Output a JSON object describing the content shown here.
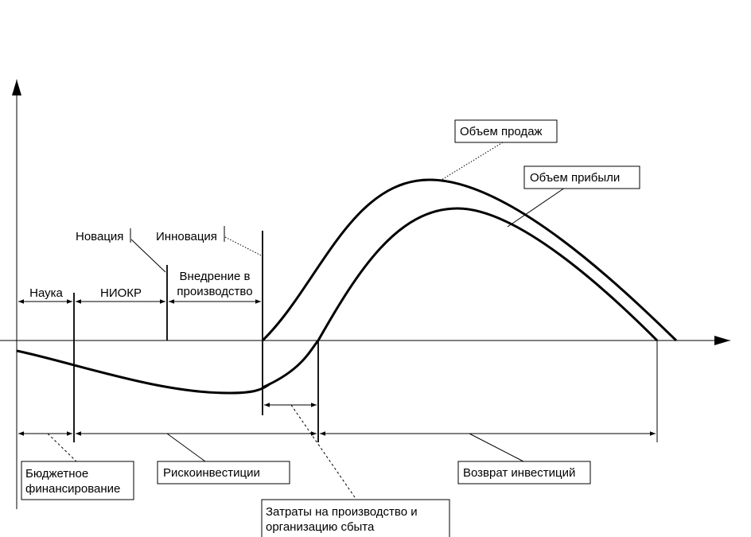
{
  "stages": {
    "science": "Наука",
    "rnd": "НИОКР",
    "implementation_line1": "Внедрение в",
    "implementation_line2": "производство"
  },
  "milestones": {
    "novation": "Новация",
    "innovation": "Инновация"
  },
  "curves": {
    "sales_volume": "Объем продаж",
    "profit_volume": "Объем прибыли"
  },
  "financing": {
    "budget_line1": "Бюджетное",
    "budget_line2": "финансирование",
    "risk_investment": "Рискоинвестиции",
    "investment_return": "Возврат инвестиций",
    "production_costs_line1": "Затраты  на производство  и",
    "production_costs_line2": "организацию  сбыта"
  }
}
